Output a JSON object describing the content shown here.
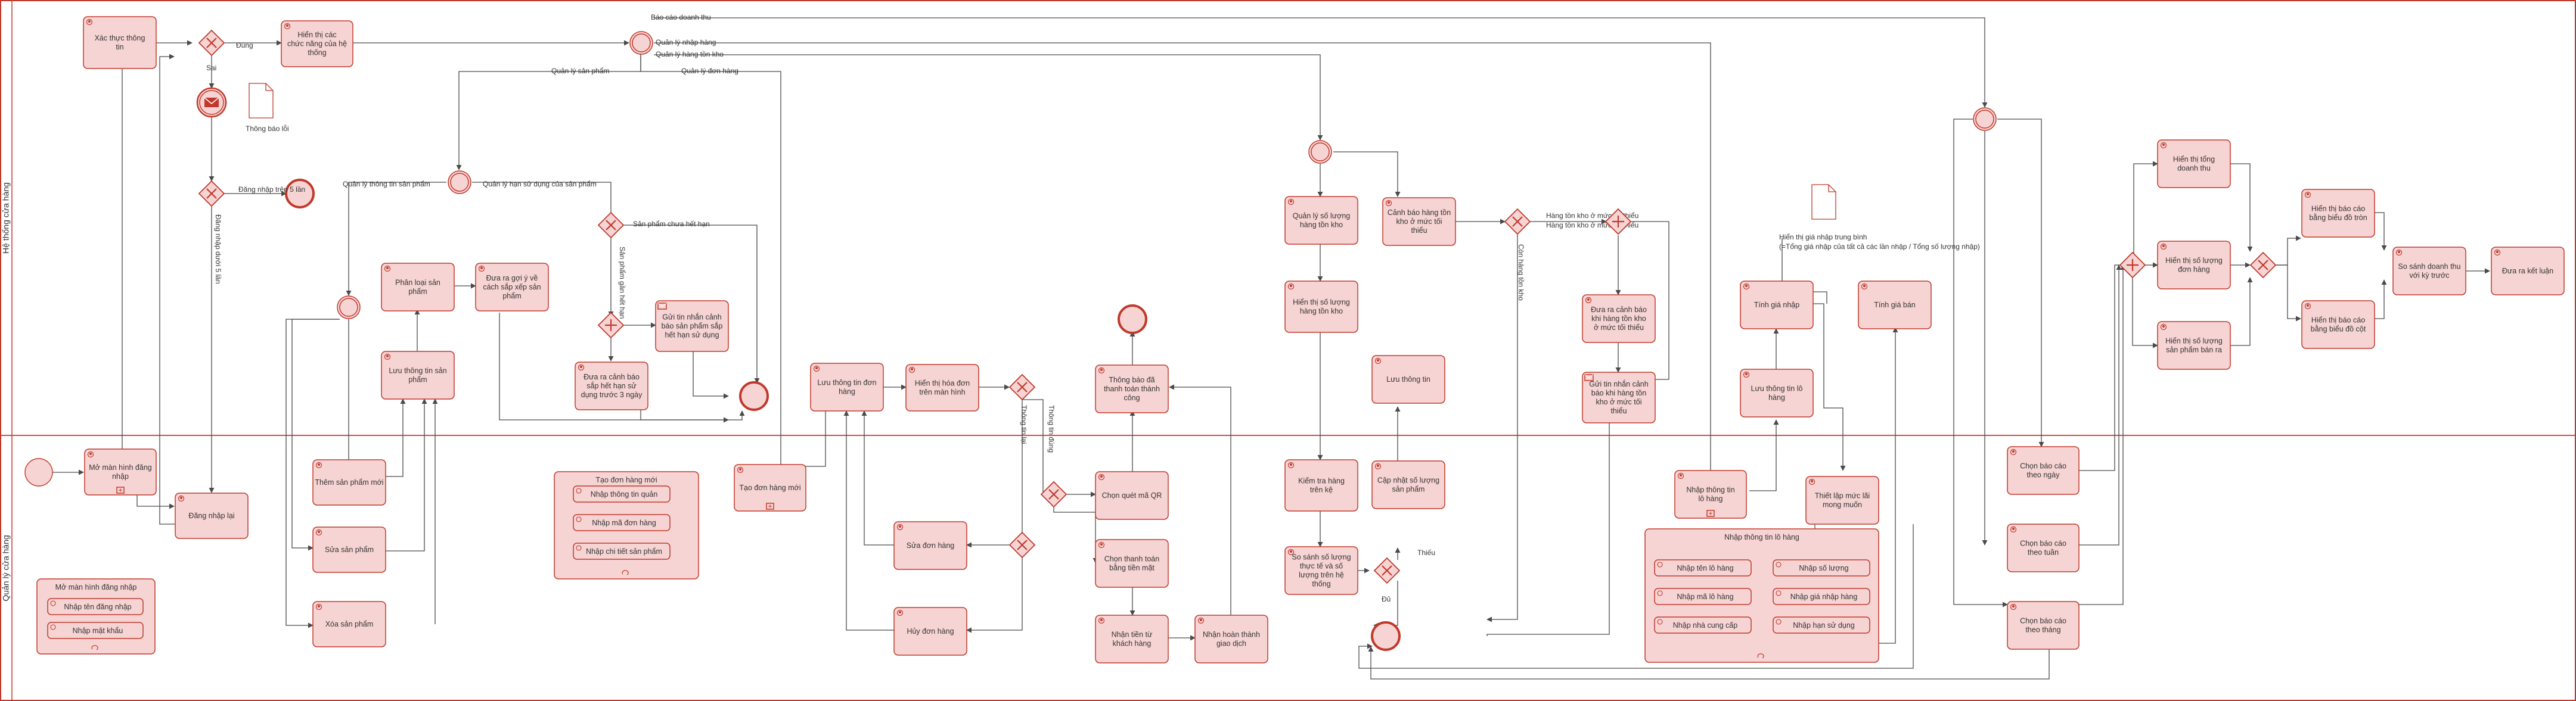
{
  "lanes": [
    {
      "label": "Hệ thống cửa hàng"
    },
    {
      "label": "Quản lý cửa hàng"
    }
  ],
  "tasks": [
    {
      "id": "xacthuc",
      "label": "Xác thực thông tin"
    },
    {
      "id": "hienthichucnang",
      "label": "Hiển thị các chức năng của hệ thống"
    },
    {
      "id": "phanloai",
      "label": "Phân loại sản phẩm"
    },
    {
      "id": "goiy",
      "label": "Đưa ra gợi ý về cách sắp xếp sản phẩm"
    },
    {
      "id": "luuttsp",
      "label": "Lưu thông tin sản phẩm"
    },
    {
      "id": "canhbaohethan",
      "label": "Đưa ra cảnh báo sắp hết hạn sử dụng trước 3 ngày"
    },
    {
      "id": "guitinhan_han",
      "label": "Gửi tin nhắn cảnh báo sản phẩm sắp hết hạn sử dụng"
    },
    {
      "id": "luudonhang",
      "label": "Lưu thông tin đơn hàng"
    },
    {
      "id": "hienthihoadon",
      "label": "Hiển thị hóa đơn trên màn hình"
    },
    {
      "id": "thongbaothanhtoan",
      "label": "Thông báo đã thanh toán thành công"
    },
    {
      "id": "quanlysoluong",
      "label": "Quản lý số lượng hàng tồn kho"
    },
    {
      "id": "hienthisoluong",
      "label": "Hiển thị số lượng hàng tồn kho"
    },
    {
      "id": "canhbaotonkho",
      "label": "Cảnh báo hàng tồn kho ở mức tối thiểu"
    },
    {
      "id": "luuthongtin",
      "label": "Lưu thông tin"
    },
    {
      "id": "duaracanhbao",
      "label": "Đưa ra cảnh báo khi hàng tồn kho ở mức tối thiểu"
    },
    {
      "id": "guitinhan_tonkho",
      "label": "Gửi tin nhắn cảnh báo khi hàng tồn kho ở mức tối thiểu"
    },
    {
      "id": "tinhgianhap",
      "label": "Tính giá nhập"
    },
    {
      "id": "tinhgiaban",
      "label": "Tính giá bán"
    },
    {
      "id": "luuttlohang",
      "label": "Lưu thông tin lô hàng"
    },
    {
      "id": "tongdoanhthu",
      "label": "Hiển thị tổng doanh thu"
    },
    {
      "id": "hienthisldonhang",
      "label": "Hiển thị số lượng đơn hàng"
    },
    {
      "id": "hienthisp",
      "label": "Hiển thị số lượng sản phẩm bán ra"
    },
    {
      "id": "bieudotron",
      "label": "Hiển thị báo cáo bằng biểu đồ tròn"
    },
    {
      "id": "bieudocot",
      "label": "Hiển thị báo cáo bằng biểu đồ cột"
    },
    {
      "id": "sosanhdoanhthu",
      "label": "So sánh doanh thu với kỳ trước"
    },
    {
      "id": "ketluan",
      "label": "Đưa ra kết luận"
    },
    {
      "id": "momanhinh",
      "label": "Mở màn hình đăng nhập"
    },
    {
      "id": "dangnhaplai",
      "label": "Đăng nhập lại"
    },
    {
      "id": "themsp",
      "label": "Thêm sản phẩm mới"
    },
    {
      "id": "suasp",
      "label": "Sửa sản phẩm"
    },
    {
      "id": "xoasp",
      "label": "Xóa sản phẩm"
    },
    {
      "id": "taodonhang",
      "label": "Tạo đơn hàng mới"
    },
    {
      "id": "suadonhang",
      "label": "Sửa đơn hàng"
    },
    {
      "id": "huydonhang",
      "label": "Hủy đơn hàng"
    },
    {
      "id": "chonqr",
      "label": "Chọn quét mã QR"
    },
    {
      "id": "chontienmat",
      "label": "Chọn thanh toán bằng tiền mặt"
    },
    {
      "id": "nhantien",
      "label": "Nhận tiền từ khách hàng"
    },
    {
      "id": "hoanthanh",
      "label": "Nhận hoàn thành giao dịch"
    },
    {
      "id": "kiemtrahang",
      "label": "Kiểm tra hàng trên kệ"
    },
    {
      "id": "capnhatsl",
      "label": "Cập nhật số lượng sản phẩm"
    },
    {
      "id": "sosanhsl",
      "label": "So sánh số lượng thực tế và số lượng trên hệ thống"
    },
    {
      "id": "nhapttlohang",
      "label": "Nhập thông tin lô hàng"
    },
    {
      "id": "thietlapmuc",
      "label": "Thiết lập mức lãi mong muốn"
    },
    {
      "id": "baocaongay",
      "label": "Chọn báo cáo theo ngày"
    },
    {
      "id": "baocaotuan",
      "label": "Chọn báo cáo theo tuần"
    },
    {
      "id": "baocaothang",
      "label": "Chọn báo cáo theo tháng"
    }
  ],
  "subprocesses": [
    {
      "id": "sub_login",
      "title": "Mở màn hình đăng nhập",
      "items": [
        "Nhập tên đăng nhập",
        "Nhập mật khẩu"
      ]
    },
    {
      "id": "sub_order",
      "title": "Tạo đơn hàng mới",
      "items": [
        "Nhập thông tin quản",
        "Nhập mã đơn hàng",
        "Nhập chi tiết sản phẩm"
      ]
    },
    {
      "id": "sub_batch",
      "title": "Nhập thông tin lô hàng",
      "items": [
        "Nhập tên lô hàng",
        "Nhập số lượng",
        "Nhập mã lô hàng",
        "Nhập giá nhập hàng",
        "Nhập nhà cung cấp",
        "Nhập hạn sử dụng"
      ]
    }
  ],
  "data_objects": [
    {
      "id": "doc_error",
      "label": "Thông báo lỗi"
    },
    {
      "id": "doc_price",
      "label": ""
    }
  ],
  "annotations": [
    {
      "id": "ann_price",
      "lines": [
        "Hiển thị giá nhập trung bình",
        "(=Tổng giá nhập của tất cả các lần nhập / Tổng số lượng nhập)"
      ]
    }
  ],
  "edge_labels": [
    {
      "id": "lbl_dung",
      "text": "Đúng"
    },
    {
      "id": "lbl_sai",
      "text": "Sai"
    },
    {
      "id": "lbl_5lan",
      "text": "Đăng nhập trên 5 lần"
    },
    {
      "id": "lbl_duoi5",
      "text": "Đăng nhập dưới 5 lần"
    },
    {
      "id": "lbl_doanhthu",
      "text": "Báo cáo doanh thu"
    },
    {
      "id": "lbl_nhaphang",
      "text": "Quản lý nhập hàng"
    },
    {
      "id": "lbl_tonkho",
      "text": "Quản lý hàng tồn kho"
    },
    {
      "id": "lbl_qlsp",
      "text": "Quản lý sản phẩm"
    },
    {
      "id": "lbl_qldh",
      "text": "Quản lý đơn hàng"
    },
    {
      "id": "lbl_ttsp",
      "text": "Quản lý thông tin sản phẩm"
    },
    {
      "id": "lbl_hsd",
      "text": "Quản lý hạn sử dụng của sản phẩm"
    },
    {
      "id": "lbl_chuahethan",
      "text": "Sản phẩm chưa hết hạn"
    },
    {
      "id": "lbl_ganhethan",
      "text": "Sản phẩm gần hết hạn"
    },
    {
      "id": "lbl_hangtonmin",
      "text": "Hàng tồn kho ở mức tối thiểu"
    },
    {
      "id": "lbl_conhang",
      "text": "Còn hàng tồn kho"
    },
    {
      "id": "lbl_thieu",
      "text": "Thiếu"
    },
    {
      "id": "lbl_du",
      "text": "Đủ"
    },
    {
      "id": "lbl_tt_lai",
      "text": "Thông tin lại"
    },
    {
      "id": "lbl_tt_dung",
      "text": "Thông tin đúng"
    }
  ],
  "colors": {
    "fill": "#f7d4d4",
    "stroke": "#c0392b",
    "line": "#4a4a4a"
  }
}
